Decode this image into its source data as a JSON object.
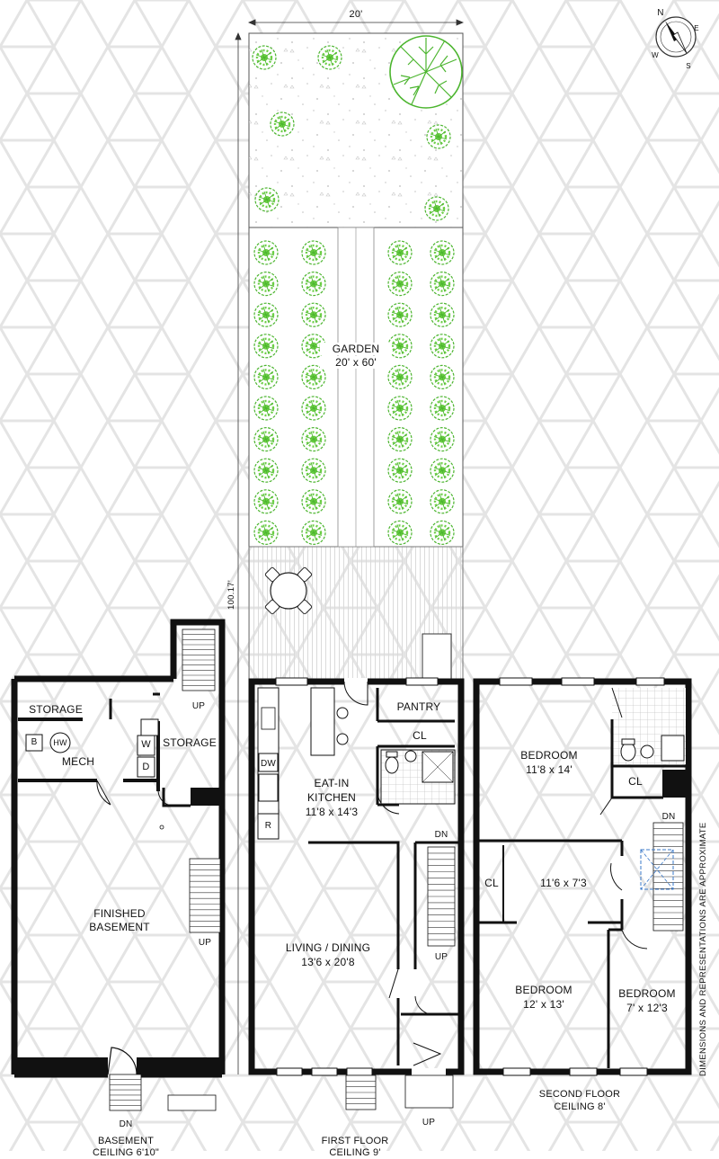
{
  "dimensions": {
    "lot_width": "20'",
    "lot_depth": "100.17'"
  },
  "compass": {
    "north": "N",
    "east": "E",
    "south": "S",
    "west": "W"
  },
  "garden": {
    "name": "GARDEN",
    "size": "20' x 60'"
  },
  "basement": {
    "storage_top": "STORAGE",
    "storage_right": "STORAGE",
    "mech": "MECH",
    "boiler": "B",
    "water_heater": "HW",
    "washer": "W",
    "dryer": "D",
    "finished": "FINISHED",
    "finished2": "BASEMENT",
    "up_top": "UP",
    "up_mid": "UP",
    "dn": "DN",
    "floor_label": "BASEMENT",
    "ceiling_label": "CEILING 6'10\""
  },
  "first_floor": {
    "pantry": "PANTRY",
    "cl": "CL",
    "dw": "DW",
    "r": "R",
    "kitchen": "EAT-IN",
    "kitchen2": "KITCHEN",
    "kitchen_size": "11'8 x 14'3",
    "living": "LIVING / DINING",
    "living_size": "13'6 x 20'8",
    "dn": "DN",
    "up": "UP",
    "up_bottom": "UP",
    "floor_label": "FIRST FLOOR",
    "ceiling_label": "CEILING 9'"
  },
  "second_floor": {
    "bedroom1": "BEDROOM",
    "bedroom1_size": "11'8 x 14'",
    "cl_1": "CL",
    "cl_2": "CL",
    "dn": "DN",
    "middle_size": "11'6 x 7'3",
    "bedroom2": "BEDROOM",
    "bedroom2_size": "12' x 13'",
    "bedroom3": "BEDROOM",
    "bedroom3_size": "7' x 12'3",
    "floor_label": "SECOND FLOOR",
    "ceiling_label": "CEILING 8'"
  },
  "disclaimer": "DIMENSIONS AND REPRESENTATIONS ARE APPROXIMATE",
  "colors": {
    "wall": "#111111",
    "tree": "#5cc43a",
    "background_pattern": "#e6e6e6",
    "tile": "#cfcfcf",
    "accent_blue": "#3a78c8"
  }
}
